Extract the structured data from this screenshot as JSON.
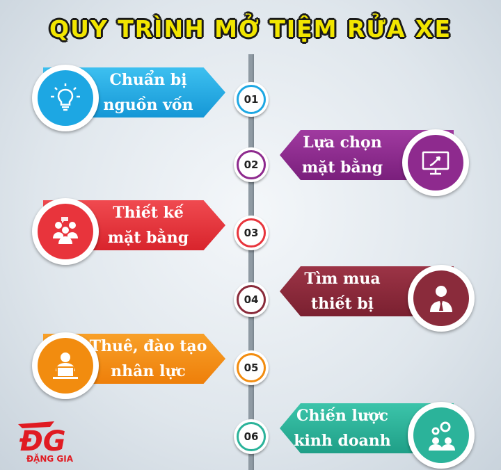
{
  "title": "QUY TRÌNH MỞ TIỆM RỬA XE",
  "steps": [
    {
      "num": "01",
      "line1": "Chuẩn bị",
      "line2": "nguồn vốn",
      "color": "#1da7e3",
      "icon": "lightbulb-icon"
    },
    {
      "num": "02",
      "line1": "Lựa chọn",
      "line2": "mặt bằng",
      "color": "#8e2a8e",
      "icon": "monitor-icon"
    },
    {
      "num": "03",
      "line1": "Thiết kế",
      "line2": "mặt bằng",
      "color": "#e8343c",
      "icon": "meeting-icon"
    },
    {
      "num": "04",
      "line1": "Tìm mua",
      "line2": "thiết bị",
      "color": "#8a2b3b",
      "icon": "businessman-icon"
    },
    {
      "num": "05",
      "line1": "Thuê, đào tạo",
      "line2": "nhân lực",
      "color": "#f28c0f",
      "icon": "laptop-user-icon"
    },
    {
      "num": "06",
      "line1": "Chiến lược",
      "line2": "kinh doanh",
      "color": "#2bb39a",
      "icon": "strategy-icon"
    }
  ],
  "logo": {
    "mark": "ĐG",
    "text": "ĐẶNG GIA",
    "color": "#e01b22"
  }
}
